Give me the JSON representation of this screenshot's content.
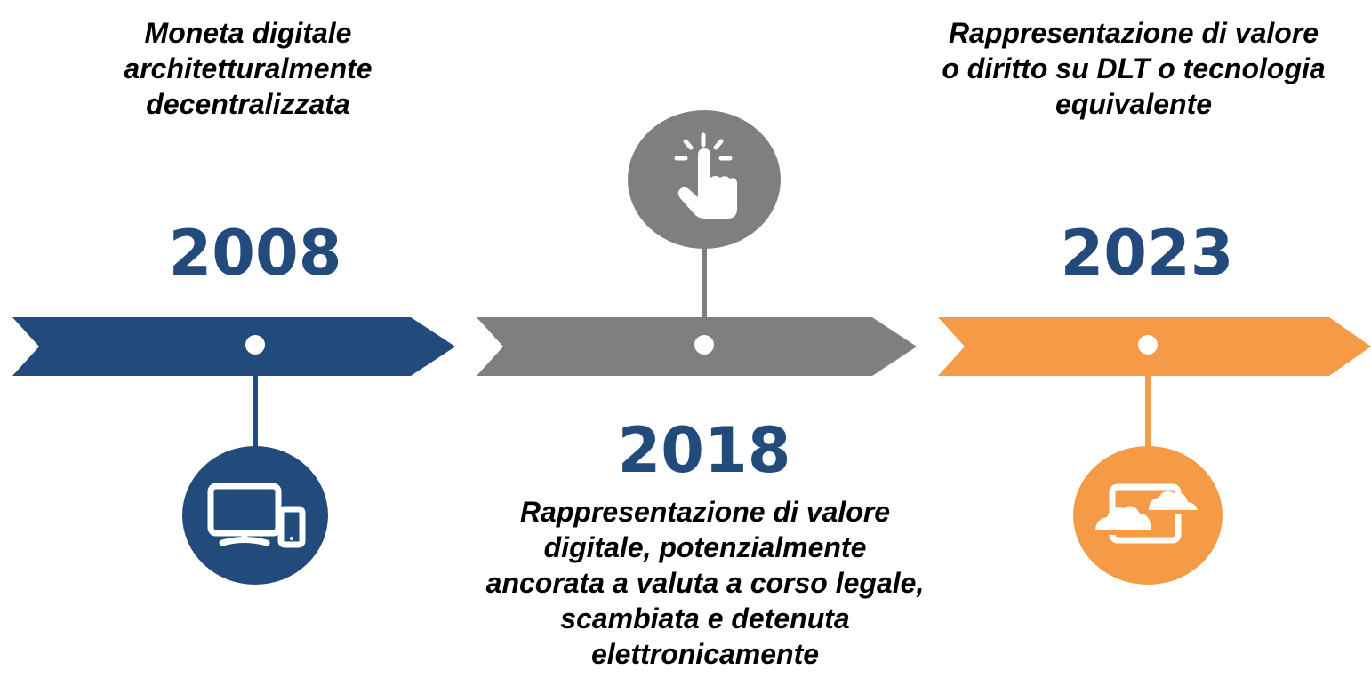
{
  "colors": {
    "blue": "#224a7b",
    "gray": "#7f7f7f",
    "orange": "#f59a47",
    "white": "#ffffff",
    "year_text": "#224a7b"
  },
  "milestones": [
    {
      "year": "2008",
      "description": "Moneta digitale architetturalmente decentralizzata",
      "color_key": "blue",
      "icon": "desktop-and-phone-icon"
    },
    {
      "year": "2018",
      "description": "Rappresentazione di valore digitale, potenzialmente ancorata a valuta a corso legale, scambiata e detenuta elettronicamente",
      "color_key": "gray",
      "icon": "tap-hand-icon"
    },
    {
      "year": "2023",
      "description": "Rappresentazione di valore o diritto su DLT o tecnologia equivalente",
      "color_key": "orange",
      "icon": "tablet-cloud-icon"
    }
  ]
}
